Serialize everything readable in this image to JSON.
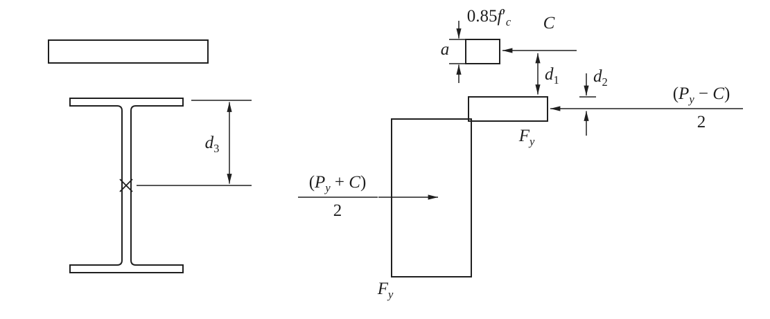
{
  "figure": {
    "description": "Plastic stress distribution diagram for a composite steel-concrete beam: cross-section with slab and I-beam at left, stress/force blocks at right",
    "colors": {
      "ink": "#1f1f1f",
      "background": "#ffffff"
    }
  },
  "math": {
    "concrete_stress": [
      {
        "k": "n",
        "v": "0.85"
      },
      {
        "k": "i",
        "v": "f"
      },
      {
        "k": "n",
        "v": "′"
      },
      {
        "k": "isub",
        "v": "c"
      }
    ],
    "force_C": [
      {
        "k": "i",
        "v": "C"
      }
    ],
    "dim_a": [
      {
        "k": "i",
        "v": "a"
      }
    ],
    "dim_d1": [
      {
        "k": "i",
        "v": "d"
      },
      {
        "k": "sub",
        "v": "1"
      }
    ],
    "dim_d2": [
      {
        "k": "i",
        "v": "d"
      },
      {
        "k": "sub",
        "v": "2"
      }
    ],
    "dim_d3": [
      {
        "k": "i",
        "v": "d"
      },
      {
        "k": "sub",
        "v": "3"
      }
    ],
    "fy_top": [
      {
        "k": "i",
        "v": "F"
      },
      {
        "k": "isub",
        "v": "y"
      }
    ],
    "fy_bottom": [
      {
        "k": "i",
        "v": "F"
      },
      {
        "k": "isub",
        "v": "y"
      }
    ],
    "py_minus_c_num": [
      {
        "k": "n",
        "v": "("
      },
      {
        "k": "i",
        "v": "P"
      },
      {
        "k": "isub",
        "v": "y"
      },
      {
        "k": "n",
        "v": " − "
      },
      {
        "k": "i",
        "v": "C"
      },
      {
        "k": "n",
        "v": ")"
      }
    ],
    "py_minus_c_den": [
      {
        "k": "n",
        "v": "2"
      }
    ],
    "py_plus_c_num": [
      {
        "k": "n",
        "v": "("
      },
      {
        "k": "i",
        "v": "P"
      },
      {
        "k": "isub",
        "v": "y"
      },
      {
        "k": "n",
        "v": " + "
      },
      {
        "k": "i",
        "v": "C"
      },
      {
        "k": "n",
        "v": ")"
      }
    ],
    "py_plus_c_den": [
      {
        "k": "n",
        "v": "2"
      }
    ]
  }
}
